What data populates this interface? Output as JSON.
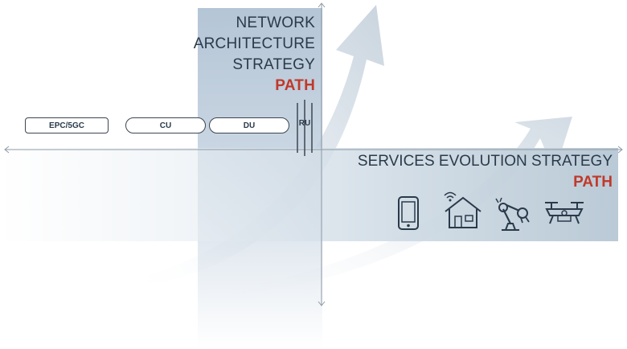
{
  "network": {
    "title_lines": [
      "NETWORK",
      "ARCHITECTURE",
      "STRATEGY"
    ],
    "path_label": "PATH"
  },
  "services": {
    "title": "SERVICES EVOLUTION STRATEGY",
    "path_label": "PATH",
    "icons": [
      "smartphone-icon",
      "smart-home-icon",
      "robot-arm-icon",
      "drone-icon"
    ]
  },
  "nodes": {
    "epc": "EPC/5GC",
    "cu": "CU",
    "du": "DU",
    "ru": "RU"
  },
  "colors": {
    "accent": "#c0392b",
    "text": "#2b3a4a",
    "band": "#b0c2d4",
    "axis": "#8e9aa6"
  }
}
